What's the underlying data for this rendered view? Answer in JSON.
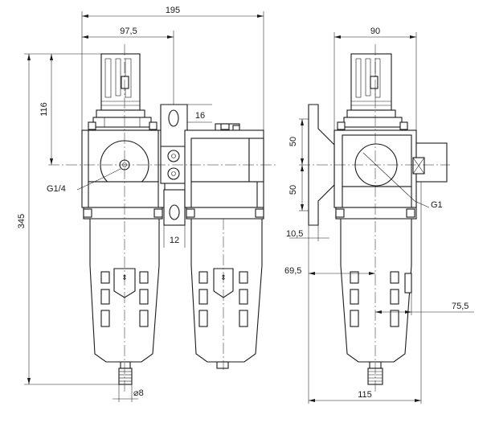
{
  "drawing": {
    "dimensions": {
      "overall_width": "195",
      "half_width": "97,5",
      "overall_height": "345",
      "upper_height": "116",
      "bracket_slot": "16",
      "port_thread_front": "G1/4",
      "gap_12": "12",
      "drain_diameter": "⌀8",
      "side_width": "90",
      "bracket_50_upper": "50",
      "bracket_50_lower": "50",
      "port_thread_side": "G1",
      "bracket_thickness": "10,5",
      "offset_69_5": "69,5",
      "offset_75_5": "75,5",
      "bottom_width": "115"
    }
  }
}
